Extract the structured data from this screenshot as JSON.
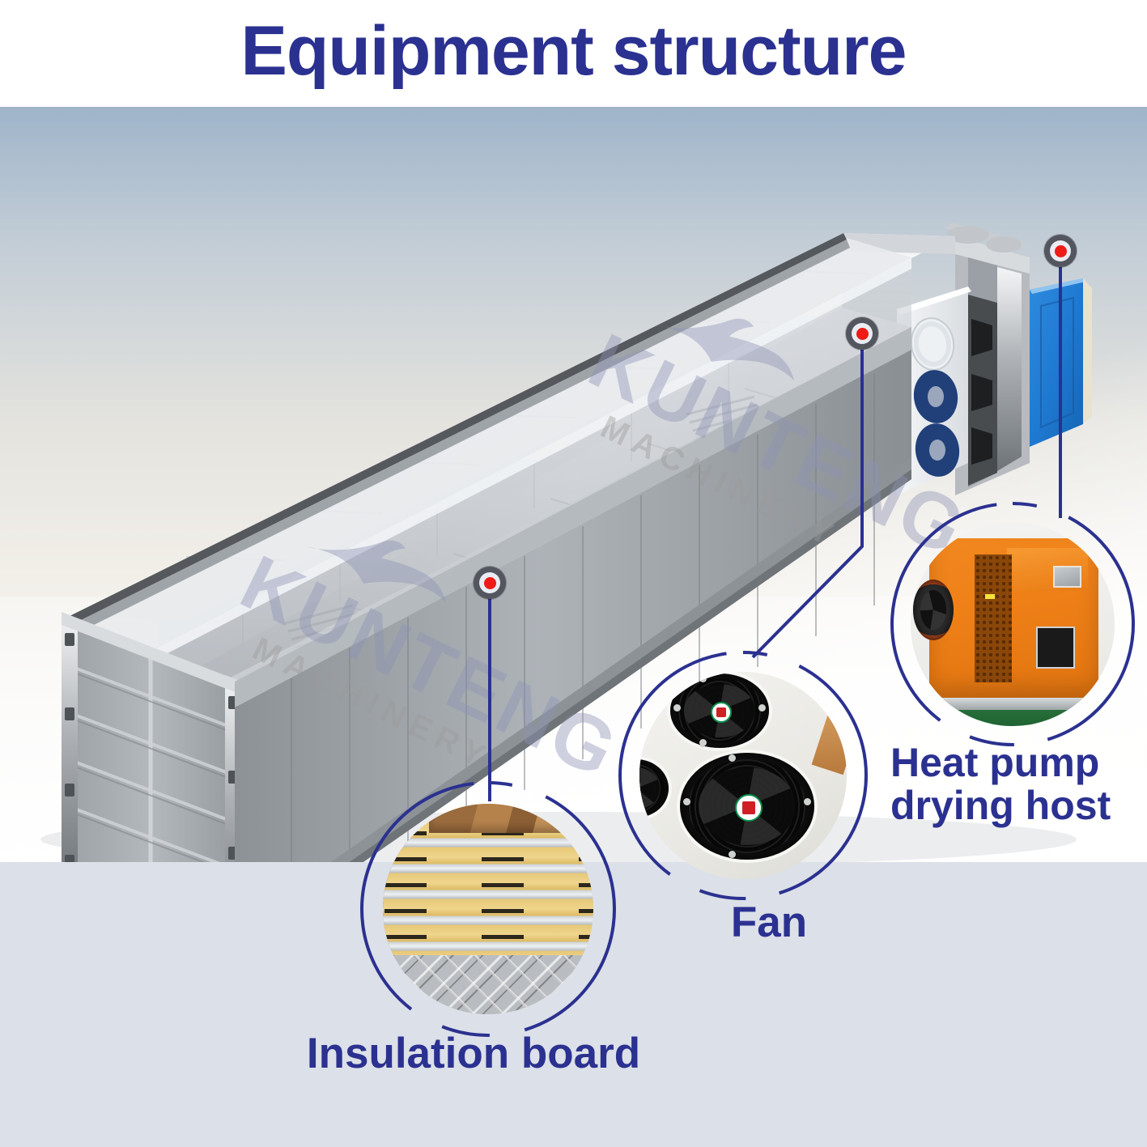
{
  "header": {
    "title": "Equipment structure",
    "title_color": "#2b3190"
  },
  "diagram": {
    "subject": "shipping-container drying room (cutaway 3D render)",
    "background_color": "#dce0e8",
    "accent_color": "#2b3190",
    "marker_color": "#ee1b16"
  },
  "watermark": {
    "word": "KUNTENG",
    "sub": "MACHINERY",
    "icon": "swallow-bird-logo",
    "color": "#8e93b5"
  },
  "callouts": [
    {
      "id": "insulation-board",
      "label": "Insulation board",
      "icon": "insulation-panel-photo",
      "ring_color": "#2b3190"
    },
    {
      "id": "fan",
      "label": "Fan",
      "icon": "axial-fan-photo",
      "ring_color": "#2b3190"
    },
    {
      "id": "heat-pump-drying-host",
      "label_line1": "Heat pump",
      "label_line2": "drying host",
      "label": "Heat pump drying host",
      "icon": "orange-heat-pump-photo",
      "ring_color": "#2b3190"
    }
  ]
}
